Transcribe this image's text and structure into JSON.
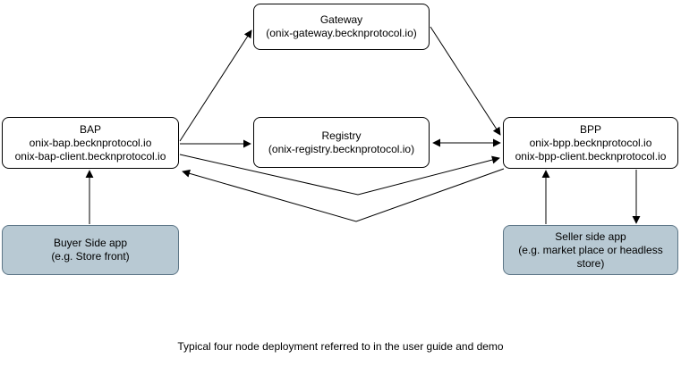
{
  "diagram": {
    "caption": "Typical four node deployment referred to in the user guide and demo",
    "nodes": {
      "gateway": {
        "title": "Gateway",
        "line1": "(onix-gateway.becknprotocol.io)"
      },
      "bap": {
        "title": "BAP",
        "line1": "onix-bap.becknprotocol.io",
        "line2": "onix-bap-client.becknprotocol.io"
      },
      "registry": {
        "title": "Registry",
        "line1": "(onix-registry.becknprotocol.io)"
      },
      "bpp": {
        "title": "BPP",
        "line1": "onix-bpp.becknprotocol.io",
        "line2": "onix-bpp-client.becknprotocol.io"
      },
      "buyer_app": {
        "title": "Buyer Side app",
        "line1": "(e.g. Store front)"
      },
      "seller_app": {
        "title": "Seller side app",
        "line1": "(e.g. market place or headless store)"
      }
    },
    "edges": [
      {
        "id": "bap-to-gateway",
        "from": "bap",
        "to": "gateway",
        "direction": "end"
      },
      {
        "id": "bap-to-registry",
        "from": "bap",
        "to": "registry",
        "direction": "end"
      },
      {
        "id": "registry-bpp",
        "from": "registry",
        "to": "bpp",
        "direction": "both"
      },
      {
        "id": "gateway-to-bpp",
        "from": "gateway",
        "to": "bpp",
        "direction": "end"
      },
      {
        "id": "bap-to-bpp",
        "from": "bap",
        "to": "bpp",
        "direction": "end"
      },
      {
        "id": "bpp-to-bap",
        "from": "bpp",
        "to": "bap",
        "direction": "end"
      },
      {
        "id": "buyer-to-bap",
        "from": "buyer_app",
        "to": "bap",
        "direction": "end"
      },
      {
        "id": "seller-to-bpp",
        "from": "seller_app",
        "to": "bpp",
        "direction": "end"
      },
      {
        "id": "bpp-to-seller",
        "from": "bpp",
        "to": "seller_app",
        "direction": "end"
      }
    ],
    "colors": {
      "node_fill": "#ffffff",
      "node_stroke": "#000000",
      "app_fill": "#b8c9d3",
      "app_stroke": "#5d7687",
      "edge_stroke": "#000000",
      "text": "#000000"
    }
  }
}
